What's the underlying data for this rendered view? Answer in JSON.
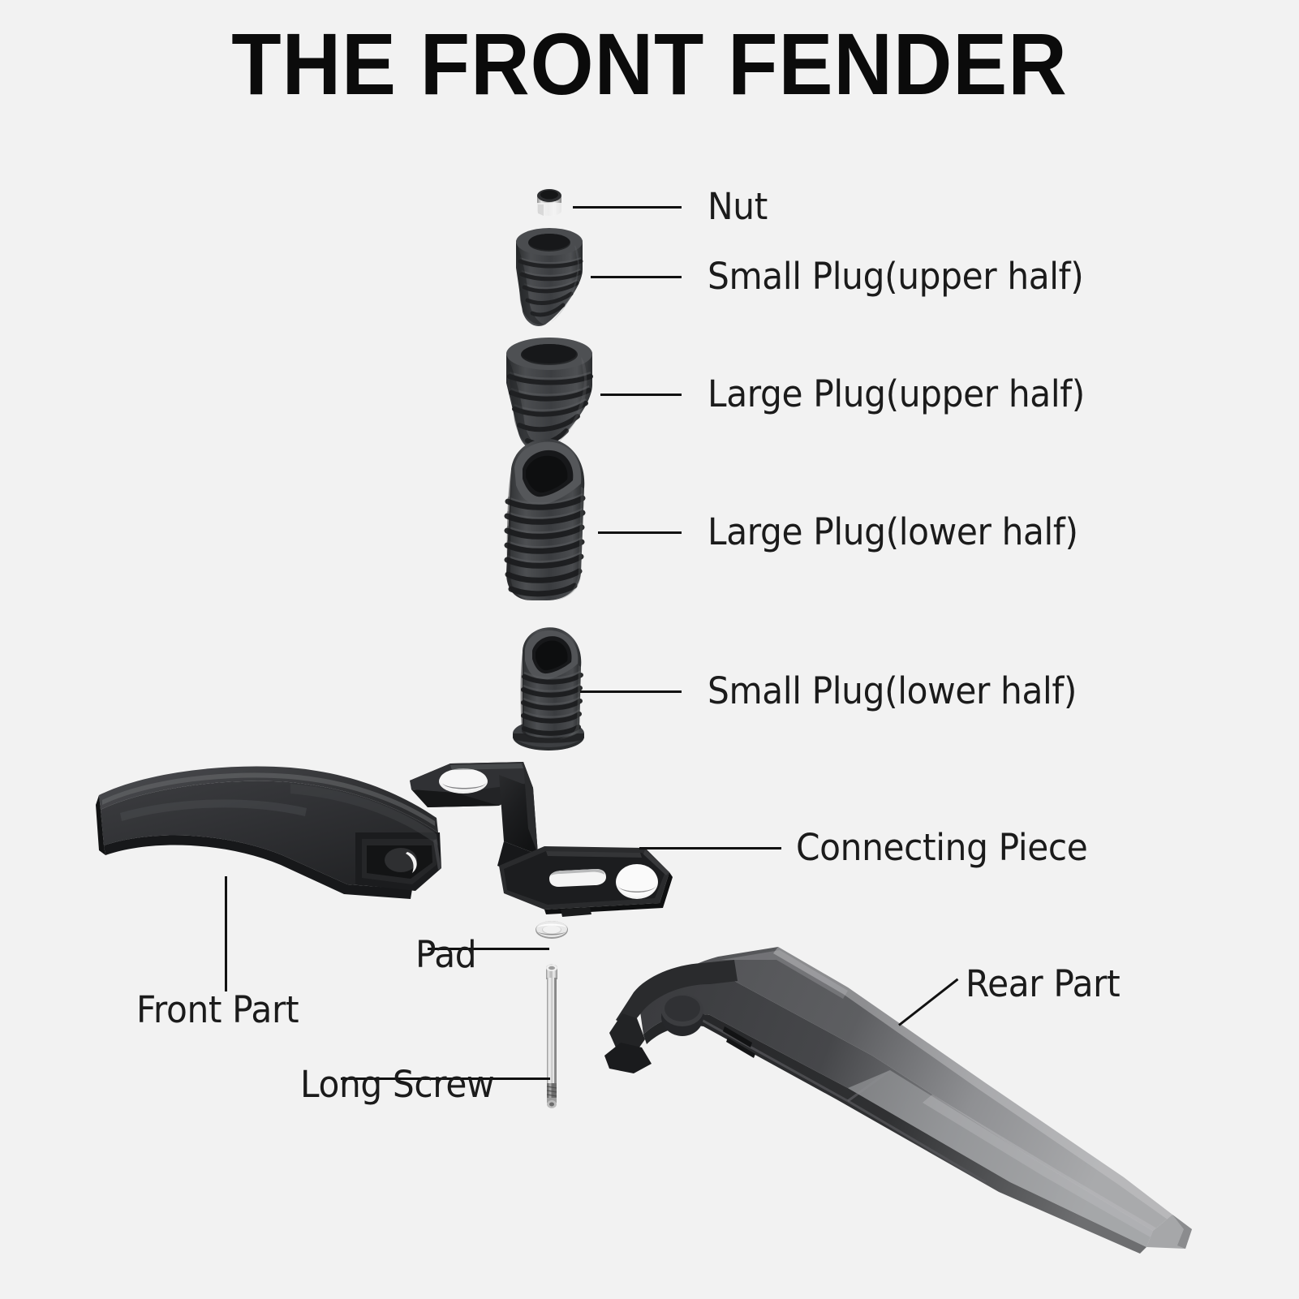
{
  "title": "THE FRONT FENDER",
  "background_color": "#f2f2f2",
  "title_color": "#0b0b0b",
  "label_color": "#1b1b1b",
  "leader_line_color": "#111111",
  "labels": [
    {
      "id": "nut",
      "text": "Nut"
    },
    {
      "id": "small-plug-upper",
      "text": "Small Plug(upper half)"
    },
    {
      "id": "large-plug-upper",
      "text": "Large Plug(upper half)"
    },
    {
      "id": "large-plug-lower",
      "text": "Large Plug(lower half)"
    },
    {
      "id": "small-plug-lower",
      "text": "Small Plug(lower half)"
    },
    {
      "id": "connecting-piece",
      "text": "Connecting Piece"
    },
    {
      "id": "front-part",
      "text": "Front Part"
    },
    {
      "id": "pad",
      "text": "Pad"
    },
    {
      "id": "long-screw",
      "text": "Long Screw"
    },
    {
      "id": "rear-part",
      "text": "Rear Part"
    }
  ],
  "parts": {
    "nut": {
      "name": "Nut",
      "material": "metal",
      "color": "#d8d8d8"
    },
    "small_plug_upper": {
      "name": "Small Plug(upper half)",
      "material": "rubber",
      "color": "#3d3f42"
    },
    "large_plug_upper": {
      "name": "Large Plug(upper half)",
      "material": "rubber",
      "color": "#3d3f42"
    },
    "large_plug_lower": {
      "name": "Large Plug(lower half)",
      "material": "rubber",
      "color": "#3a3c3f"
    },
    "small_plug_lower": {
      "name": "Small Plug(lower half)",
      "material": "rubber",
      "color": "#3a3c3f"
    },
    "connecting_piece": {
      "name": "Connecting Piece",
      "material": "plastic",
      "color": "#1e1f21"
    },
    "front_part": {
      "name": "Front Part",
      "material": "plastic",
      "color": "#303134"
    },
    "pad": {
      "name": "Pad",
      "material": "metal",
      "color": "#c9c9c9"
    },
    "long_screw": {
      "name": "Long Screw",
      "material": "metal",
      "color": "#bdbdbd"
    },
    "rear_part": {
      "name": "Rear Part",
      "material": "plastic",
      "color": "#4a4b4e"
    }
  }
}
